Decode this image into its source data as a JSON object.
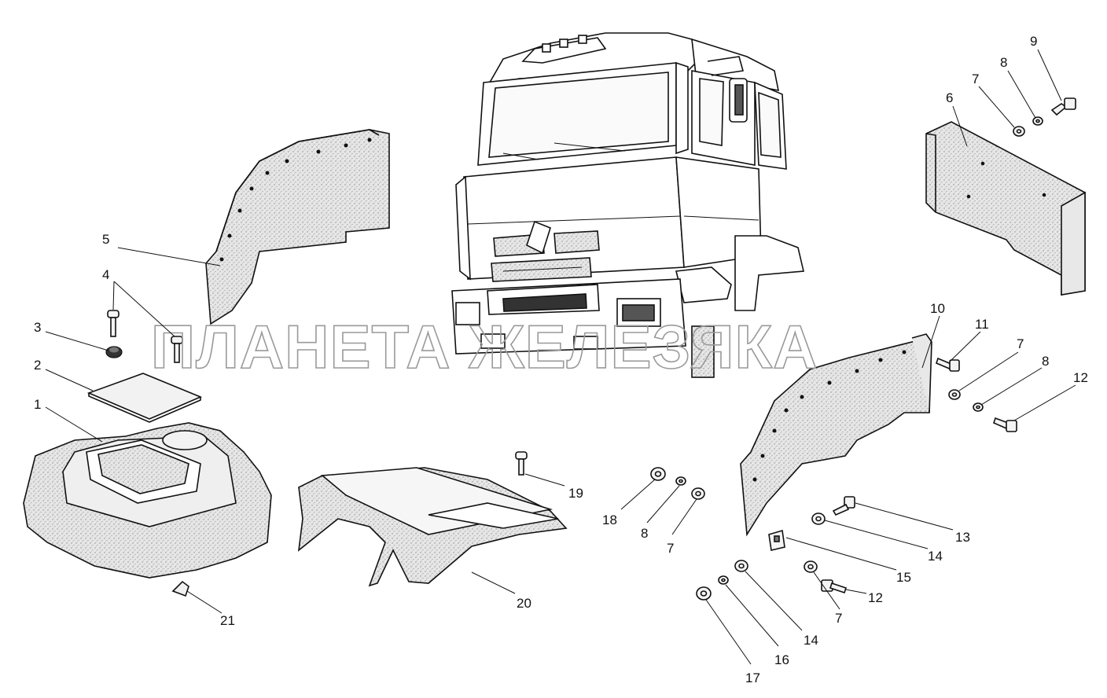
{
  "watermark": "ПЛАНЕТА ЖЕЛЕЗЯКА",
  "callouts": {
    "c1": "1",
    "c2": "2",
    "c3": "3",
    "c4": "4",
    "c5": "5",
    "c6": "6",
    "c7a": "7",
    "c7b": "7",
    "c7c": "7",
    "c7d": "7",
    "c8a": "8",
    "c8b": "8",
    "c8c": "8",
    "c9": "9",
    "c10": "10",
    "c11": "11",
    "c12a": "12",
    "c12b": "12",
    "c13": "13",
    "c14a": "14",
    "c14b": "14",
    "c15": "15",
    "c16": "16",
    "c17": "17",
    "c18": "18",
    "c19": "19",
    "c20": "20",
    "c21": "21"
  },
  "colors": {
    "line": "#111111",
    "felt": "#d8d8d8",
    "watermark": "#9a9a9a"
  }
}
